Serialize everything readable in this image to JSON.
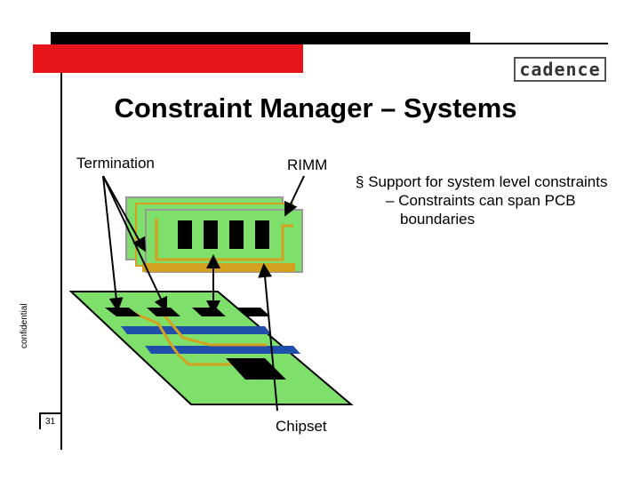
{
  "logo": {
    "text": "cadence"
  },
  "title": "Constraint Manager – Systems",
  "labels": {
    "termination": "Termination",
    "rimm": "RIMM",
    "chipset": "Chipset"
  },
  "footer": {
    "confidential": "confidential",
    "page_number": "31"
  },
  "bullets": [
    {
      "marker": "§",
      "text": "Support for system level constraints"
    },
    {
      "marker": "–",
      "text": "Constraints can span PCB boundaries"
    }
  ],
  "colors": {
    "red_bar": "#e8141b",
    "board_green": "#7ee06a",
    "trace_gold": "#d4a020",
    "trace_blue": "#1f4fa8"
  }
}
